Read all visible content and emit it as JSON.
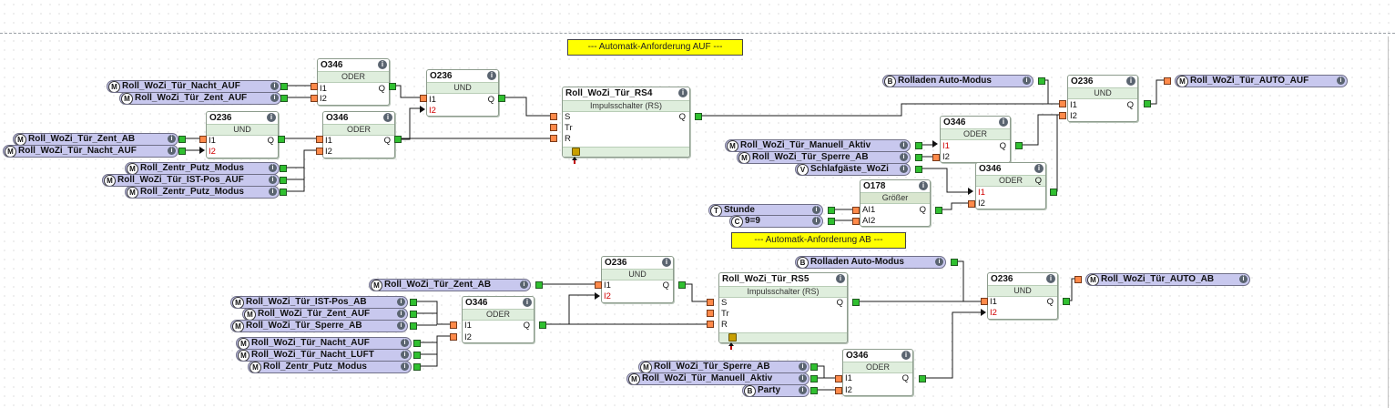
{
  "banners": {
    "auf": "--- Automatk-Anforderung AUF ---",
    "ab": "--- Automatk-Anforderung AB ---"
  },
  "blocks": {
    "b1": {
      "code": "O346",
      "kind": "ODER",
      "in1": "I1",
      "in2": "I2",
      "out": "Q"
    },
    "b2": {
      "code": "O236",
      "kind": "UND",
      "in1": "I1",
      "in2": "I2",
      "out": "Q"
    },
    "b3": {
      "code": "O236",
      "kind": "UND",
      "in1": "I1",
      "in2": "I2",
      "out": "Q"
    },
    "b4": {
      "code": "O346",
      "kind": "ODER",
      "in1": "I1",
      "in2": "I2",
      "out": "Q"
    },
    "rs4": {
      "name": "Roll_WoZi_Tür_RS4",
      "sub": "Impulsschalter (RS)",
      "s": "S",
      "tr": "Tr",
      "r": "R",
      "out": "Q"
    },
    "b5": {
      "code": "O236",
      "kind": "UND",
      "in1": "I1",
      "in2": "I2",
      "out": "Q"
    },
    "b6": {
      "code": "O346",
      "kind": "ODER",
      "in1": "I1",
      "in2": "I2",
      "out": "Q"
    },
    "b7": {
      "code": "O346",
      "kind": "ODER",
      "in1": "I1",
      "in2": "I2",
      "out": "Q"
    },
    "b8": {
      "code": "O178",
      "kind": "Größer",
      "in1": "AI1",
      "in2": "AI2",
      "out": "Q"
    },
    "b9": {
      "code": "O236",
      "kind": "UND",
      "in1": "I1",
      "in2": "I2",
      "out": "Q"
    },
    "b10": {
      "code": "O346",
      "kind": "ODER",
      "in1": "I1",
      "in2": "I2",
      "out": "Q"
    },
    "rs5": {
      "name": "Roll_WoZi_Tür_RS5",
      "sub": "Impulsschalter (RS)",
      "s": "S",
      "tr": "Tr",
      "r": "R",
      "out": "Q"
    },
    "b11": {
      "code": "O236",
      "kind": "UND",
      "in1": "I1",
      "in2": "I2",
      "out": "Q"
    },
    "b12": {
      "code": "O346",
      "kind": "ODER",
      "in1": "I1",
      "in2": "I2",
      "out": "Q"
    }
  },
  "labels": {
    "l1": {
      "badge": "M",
      "text": "Roll_WoZi_Tür_Nacht_AUF"
    },
    "l2": {
      "badge": "M",
      "text": "Roll_WoZi_Tür_Zent_AUF"
    },
    "l3": {
      "badge": "M",
      "text": "Roll_WoZi_Tür_Zent_AB"
    },
    "l4": {
      "badge": "M",
      "text": "Roll_WoZi_Tür_Nacht_AUF"
    },
    "l5": {
      "badge": "M",
      "text": "Roll_Zentr_Putz_Modus"
    },
    "l6": {
      "badge": "M",
      "text": "Roll_WoZi_Tür_IST-Pos_AUF"
    },
    "l7": {
      "badge": "M",
      "text": "Roll_Zentr_Putz_Modus"
    },
    "l8": {
      "badge": "B",
      "text": "Rolladen Auto-Modus"
    },
    "l9": {
      "badge": "M",
      "text": "Roll_WoZi_Tür_AUTO_AUF"
    },
    "l10": {
      "badge": "M",
      "text": "Roll_WoZi_Tür_Manuell_Aktiv"
    },
    "l11": {
      "badge": "M",
      "text": "Roll_WoZi_Tür_Sperre_AB"
    },
    "l12": {
      "badge": "V",
      "text": "Schlafgäste_WoZi"
    },
    "l13": {
      "badge": "T",
      "text": "Stunde"
    },
    "l14": {
      "badge": "C",
      "text": "9=9"
    },
    "l15": {
      "badge": "M",
      "text": "Roll_WoZi_Tür_Zent_AB"
    },
    "l16": {
      "badge": "B",
      "text": "Rolladen Auto-Modus"
    },
    "l17": {
      "badge": "M",
      "text": "Roll_WoZi_Tür_AUTO_AB"
    },
    "l18": {
      "badge": "M",
      "text": "Roll_WoZi_Tür_IST-Pos_AB"
    },
    "l19": {
      "badge": "M",
      "text": "Roll_WoZi_Tür_Zent_AUF"
    },
    "l20": {
      "badge": "M",
      "text": "Roll_WoZi_Tür_Sperre_AB"
    },
    "l21": {
      "badge": "M",
      "text": "Roll_WoZi_Tür_Nacht_AUF"
    },
    "l22": {
      "badge": "M",
      "text": "Roll_WoZi_Tür_Nacht_LÜFT"
    },
    "l23": {
      "badge": "M",
      "text": "Roll_Zentr_Putz_Modus"
    },
    "l24": {
      "badge": "M",
      "text": "Roll_WoZi_Tür_Sperre_AB"
    },
    "l25": {
      "badge": "M",
      "text": "Roll_WoZi_Tür_Manuell_Aktiv"
    },
    "l26": {
      "badge": "B",
      "text": "Party"
    }
  },
  "info_glyph": "i"
}
